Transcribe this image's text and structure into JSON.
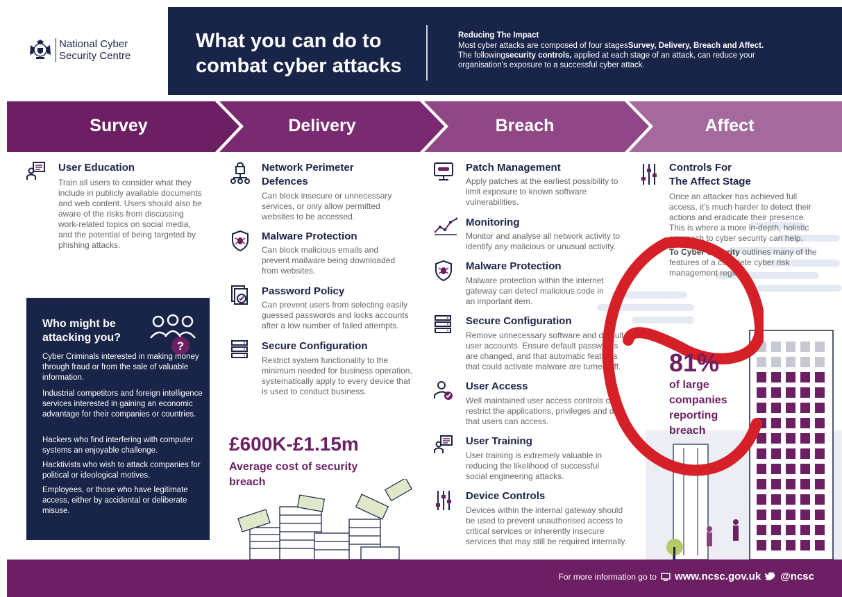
{
  "brand": {
    "org_line1": "National Cyber",
    "org_line2": "Security Centre"
  },
  "hero": {
    "title": "What you can do to combat cyber attacks",
    "intro_heading": "Reducing The Impact",
    "intro_a": "Most cyber attacks are composed of four stages",
    "intro_b": "Survey, Delivery, Breach and Affect.",
    "intro_c": " The following",
    "intro_d": "security controls,",
    "intro_e": " applied at each stage of an attack, can reduce your organisation's exposure to a successful cyber attack."
  },
  "stages": [
    "Survey",
    "Delivery",
    "Breach",
    "Affect"
  ],
  "survey": {
    "items": [
      {
        "title": "User Education",
        "desc": "Train all users to consider what they include in publicly available documents and web content. Users should also be aware of the risks from discussing work-related topics on social media, and the potential of being targeted by phishing attacks.",
        "icon": "presentation-icon"
      }
    ]
  },
  "delivery": {
    "items": [
      {
        "title": "Network Perimeter Defences",
        "desc": "Can block insecure or unnecessary services, or only allow permitted websites to be accessed.",
        "icon": "network-lock-icon"
      },
      {
        "title": "Malware Protection",
        "desc": "Can block malicious emails and prevent mailware being downloaded from websites.",
        "icon": "shield-bug-icon"
      },
      {
        "title": "Password Policy",
        "desc": "Can prevent users from selecting easily guessed passwords and locks accounts after a low number of failed attempts.",
        "icon": "password-doc-icon"
      },
      {
        "title": "Secure Configuration",
        "desc": "Restrict system functionality to the minimum needed for business operation, systematically apply to every device that is used to conduct business.",
        "icon": "server-gear-icon"
      }
    ]
  },
  "breach": {
    "items": [
      {
        "title": "Patch Management",
        "desc": "Apply patches at the earliest possibility to limit exposure to known software vulnerabilities.",
        "icon": "monitor-patch-icon"
      },
      {
        "title": "Monitoring",
        "desc": "Monitor and analyse all network activity to identify any malicious or unusual activity.",
        "icon": "line-graph-icon"
      },
      {
        "title": "Malware Protection",
        "desc": "Malware protection within the internet gateway can detect malicious code in an important item.",
        "icon": "shield-bug-icon"
      },
      {
        "title": "Secure Configuration",
        "desc": "Remove unnecessary software and default user accounts. Ensure default passwords are changed, and that automatic features that could activate malware are turned off.",
        "icon": "server-gear-icon"
      },
      {
        "title": "User Access",
        "desc": "Well maintained user access controls can restrict the applications, privileges and data that users can access.",
        "icon": "user-check-icon"
      },
      {
        "title": "User Training",
        "desc": "User training is extremely valuable in reducing the likelihood of successful social engineering attacks.",
        "icon": "presentation-icon"
      },
      {
        "title": "Device Controls",
        "desc": "Devices within the internal gateway should be used to prevent unauthorised access to critical services or inherently insecure services that may still be required internally.",
        "icon": "sliders-icon"
      }
    ]
  },
  "affect": {
    "title_line1": "Controls For",
    "title_line2": "The Affect Stage",
    "desc": "Once an attacker has achieved full access, it's much harder to detect their actions and eradicate their presence. This is where a more in-depth, holistic approach to cyber security can help.",
    "desc2_bold": "To Cyber Security",
    "desc2": "outlines many of the features of a complete cyber risk management regime."
  },
  "who": {
    "title": "Who might be attacking you?",
    "items": [
      "Cyber Criminals interested in making money through fraud or from the sale of valuable information.",
      "Industrial competitors and foreign intelligence services interested in gaining an economic advantage for their companies or countries.",
      "Hackers who find interfering with computer systems an enjoyable challenge.",
      "Hacktivists who wish to attack companies for political or ideological motives.",
      "Employees, or those who have legitimate access, either by accidental or deliberate misuse."
    ]
  },
  "cost": {
    "value": "£600K-£1.15m",
    "label": "Average cost of security breach"
  },
  "stat": {
    "value": "81%",
    "label": "of large companies reporting breach"
  },
  "footer": {
    "text": "For more information go to",
    "url": "www.ncsc.gov.uk",
    "twitter": "@ncsc"
  },
  "colors": {
    "navy": "#182448",
    "purple": "#6d1f63",
    "purple_mid": "#8a3d82",
    "purple_light": "#a56a9d",
    "red": "#d62027"
  }
}
